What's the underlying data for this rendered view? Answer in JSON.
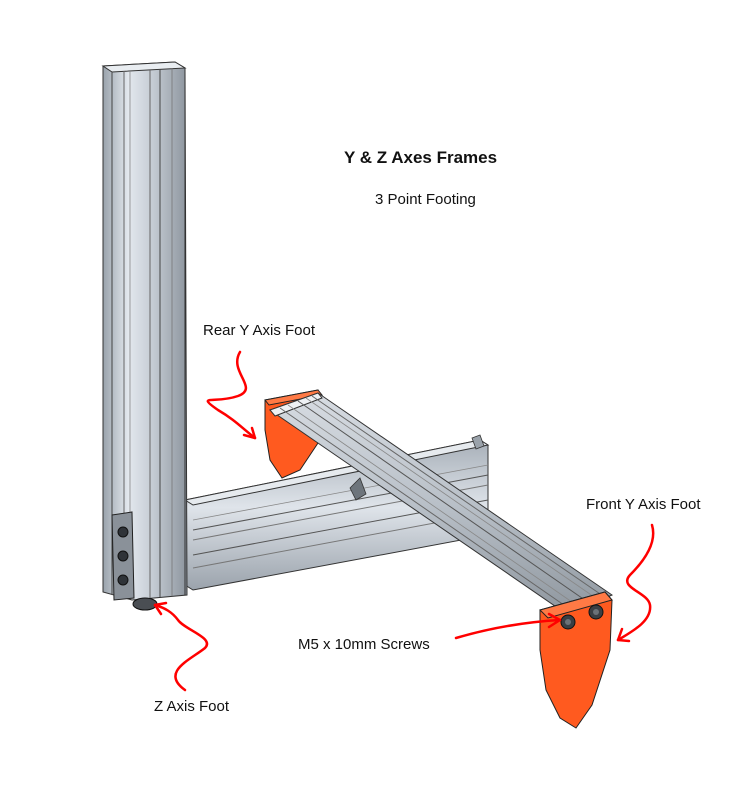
{
  "title": "Y & Z Axes Frames",
  "subtitle": "3 Point Footing",
  "labels": {
    "rear_foot": "Rear Y Axis Foot",
    "front_foot": "Front Y Axis Foot",
    "screws": "M5 x 10mm Screws",
    "z_foot": "Z Axis Foot"
  },
  "colors": {
    "background": "#ffffff",
    "aluminum": "#c9cfd6",
    "aluminum_dark": "#8e969f",
    "foot_orange": "#ff5a1f",
    "arrow_red": "#ff0000",
    "text": "#111111"
  }
}
